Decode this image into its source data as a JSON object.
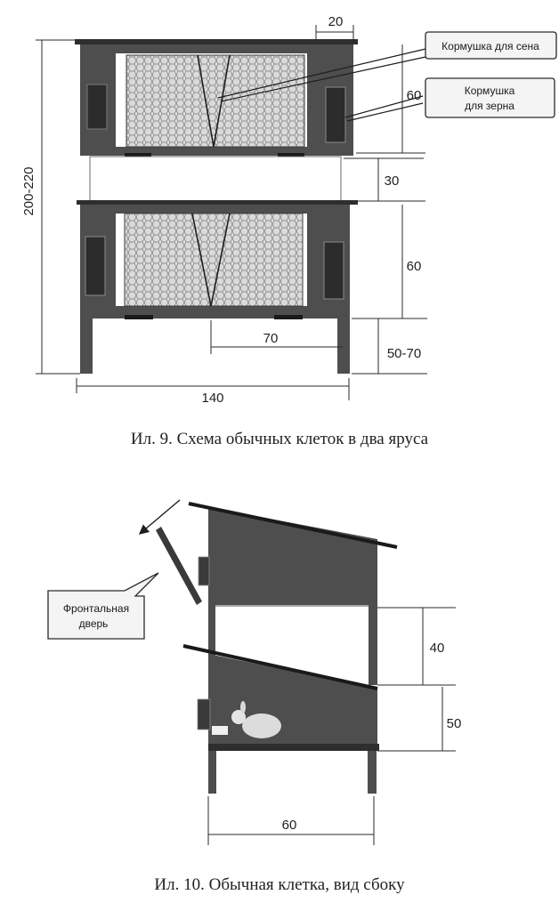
{
  "figure9": {
    "caption": "Ил. 9. Схема обычных клеток в два яруса",
    "callouts": {
      "hay_feeder": "Кормушка для сена",
      "grain_feeder_line1": "Кормушка",
      "grain_feeder_line2": "для зерна"
    },
    "dimensions": {
      "top_width": "20",
      "upper_tier_height": "60",
      "gap_height": "30",
      "lower_tier_height": "60",
      "half_width": "70",
      "leg_height": "50-70",
      "total_height": "200-220",
      "total_width": "140"
    }
  },
  "figure10": {
    "caption": "Ил. 10. Обычная клетка, вид сбоку",
    "callouts": {
      "front_door_line1": "Фронтальная",
      "front_door_line2": "дверь"
    },
    "dimensions": {
      "gap_height": "40",
      "lower_height": "50",
      "depth": "60"
    }
  },
  "colors": {
    "wood": "#4e4e4e",
    "wood_dark": "#3a3a3a",
    "mesh_bg": "#d9d9d9",
    "line": "#1e1e1e"
  }
}
